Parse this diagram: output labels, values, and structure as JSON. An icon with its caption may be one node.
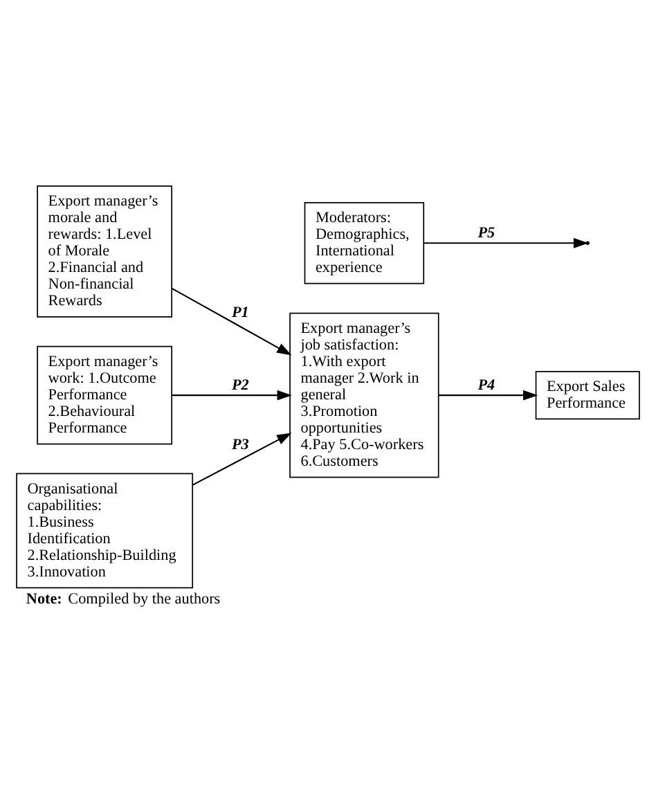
{
  "diagram": {
    "caption": "**Note:** Compiled by the authors",
    "nodes": [
      {
        "text": [
          "Export manager’s morale and rewards: 1.Level of Morale 2.Financial and Non-financial Rewards"
        ]
      },
      {
        "text": [
          "Export manager’s work: 1.Outcome Performance 2.Behavioural Performance"
        ]
      },
      {
        "text": [
          "Organisational capabilities: 1.Business Identification 2.Relationship-Building 3.Innovation"
        ]
      },
      {
        "text": [
          "Export manager’s job satisfaction: 1.With export manager 2.Work in general 3.Promotion opportunities 4.Pay 5.Co-workers 6.Customers"
        ]
      },
      {
        "text": [
          "Moderators: Demographics, International experience"
        ]
      },
      {
        "text": [
          "Export Sales Performance"
        ]
      }
    ],
    "edges": [
      {
        "from": 0,
        "to": 3,
        "arrow": "to",
        "label": "P1"
      },
      {
        "from": 1,
        "to": 3,
        "arrow": "to",
        "label": "P2"
      },
      {
        "from": 2,
        "to": 3,
        "arrow": "to",
        "label": "P3"
      },
      {
        "from": 3,
        "to": 5,
        "arrow": "to",
        "label": "P4"
      },
      {
        "from": 4,
        "to": null,
        "arrow": "to",
        "label": "P5"
      }
    ]
  }
}
